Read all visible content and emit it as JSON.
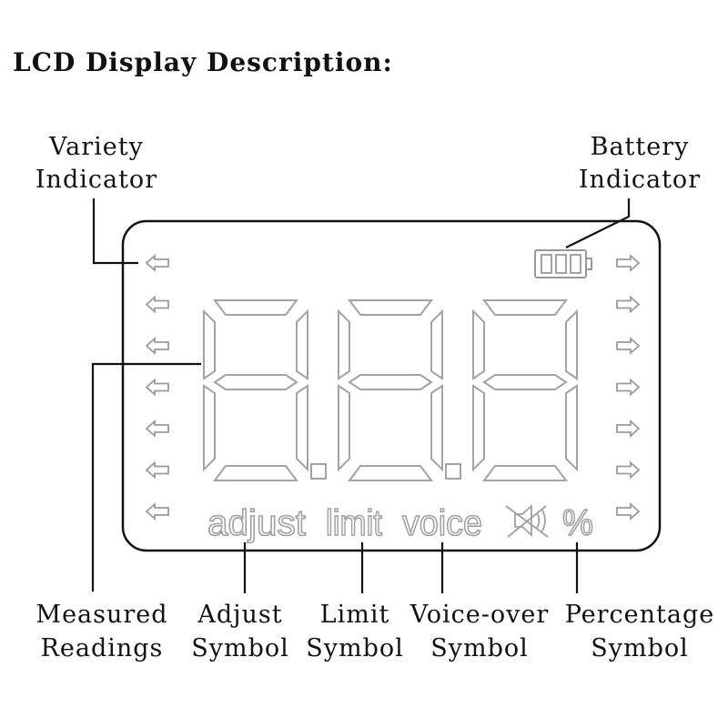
{
  "title": "LCD Display Description:",
  "labels": {
    "variety_line1": "Variety",
    "variety_line2": "Indicator",
    "battery_line1": "Battery",
    "battery_line2": "Indicator",
    "measured_line1": "Measured",
    "measured_line2": "Readings",
    "adjust_line1": "Adjust",
    "adjust_line2": "Symbol",
    "limit_line1": "Limit",
    "limit_line2": "Symbol",
    "voice_line1": "Voice-over",
    "voice_line2": "Symbol",
    "percent_line1": "Percentage",
    "percent_line2": "Symbol"
  },
  "lcd": {
    "symbol_adjust": "adjust",
    "symbol_limit": "limit",
    "symbol_voice": "voice",
    "symbol_percent": "%",
    "digit_count": 3,
    "arrows_per_side": 7,
    "battery_bars": 3
  },
  "icons": {
    "left_arrow": "left-arrow-icon",
    "right_arrow": "right-arrow-icon",
    "battery": "battery-icon",
    "speaker": "speaker-muted-icon"
  },
  "colors": {
    "outline": "#111111",
    "segment": "#a3a3a3"
  }
}
